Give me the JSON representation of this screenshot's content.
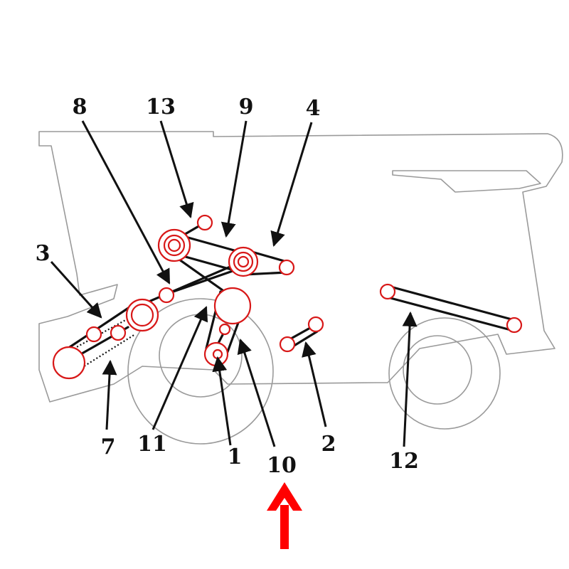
{
  "callouts": [
    {
      "key": "c8",
      "text": "8"
    },
    {
      "key": "c13",
      "text": "13"
    },
    {
      "key": "c9",
      "text": "9"
    },
    {
      "key": "c4",
      "text": "4"
    },
    {
      "key": "c3",
      "text": "3"
    },
    {
      "key": "c7",
      "text": "7"
    },
    {
      "key": "c11",
      "text": "11"
    },
    {
      "key": "c1",
      "text": "1"
    },
    {
      "key": "c10",
      "text": "10"
    },
    {
      "key": "c2",
      "text": "2"
    },
    {
      "key": "c12",
      "text": "12"
    }
  ],
  "colors": {
    "pulley": "#d81818",
    "belt": "#111111",
    "outline": "#9a9a9a",
    "highlight_arrow": "#ff0000"
  }
}
